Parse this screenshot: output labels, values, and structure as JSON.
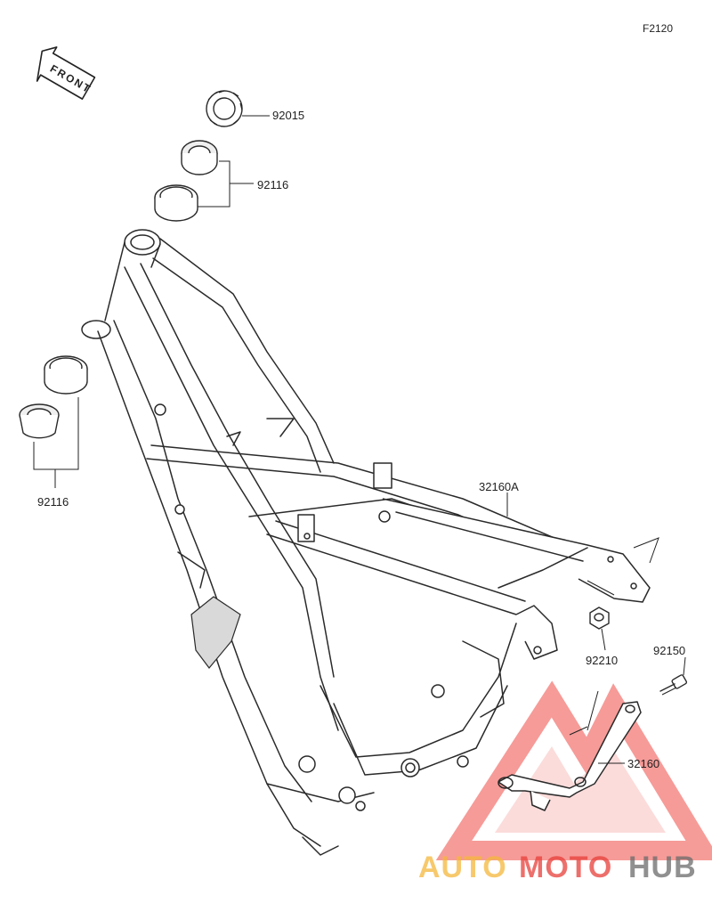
{
  "diagram_code": "F2120",
  "front_label": "FRONT",
  "parts": {
    "nut_top": "92015",
    "bearing_upper": "92116",
    "bearing_lower": "92116",
    "frame_subframe": "32160A",
    "nut_rear": "92210",
    "bolt": "92150",
    "bracket": "32160"
  },
  "watermark": {
    "part1": "AUTO",
    "part2": "MOTO",
    "part3": "HUB",
    "color_orange": "#f5b73b",
    "color_red": "#e8403a",
    "color_gray": "#6b6b6b",
    "triangle_color": "#ef4a44"
  }
}
